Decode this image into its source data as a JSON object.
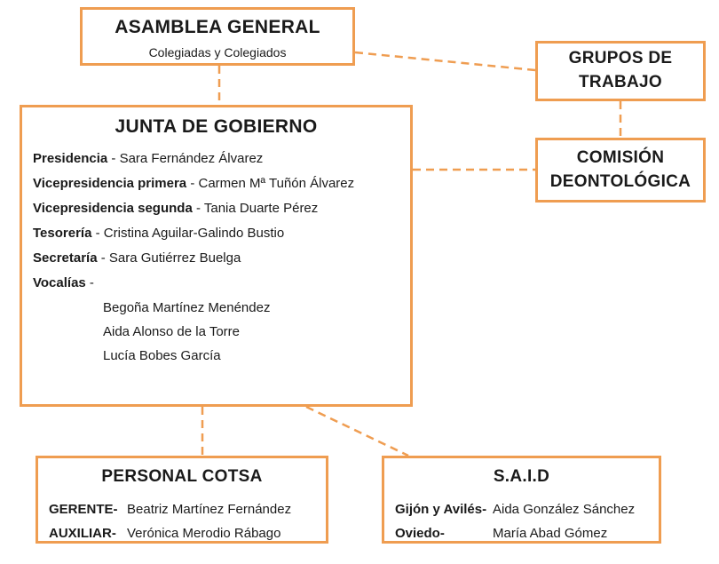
{
  "colors": {
    "accent": "#EF9D51"
  },
  "misc": {
    "separator": " - "
  },
  "asamblea": {
    "title": "ASAMBLEA GENERAL",
    "subtitle": "Colegiadas y Colegiados"
  },
  "grupos": {
    "title": "GRUPOS DE TRABAJO"
  },
  "comision": {
    "title": "COMISIÓN DEONTOLÓGICA"
  },
  "junta": {
    "title": "JUNTA DE GOBIERNO",
    "members": [
      {
        "role": "Presidencia",
        "name": "Sara Fernández Álvarez"
      },
      {
        "role": "Vicepresidencia primera",
        "name": "Carmen Mª Tuñón Álvarez"
      },
      {
        "role": "Vicepresidencia segunda",
        "name": "Tania Duarte Pérez"
      },
      {
        "role": "Tesorería",
        "name": "Cristina Aguilar-Galindo Bustio"
      },
      {
        "role": "Secretaría",
        "name": "Sara Gutiérrez Buelga"
      },
      {
        "role": "Vocalías",
        "name": ""
      }
    ],
    "vocalias": [
      "Begoña Martínez Menéndez",
      "Aida Alonso de la Torre",
      "Lucía Bobes García"
    ]
  },
  "personal": {
    "title": "PERSONAL COTSA",
    "rows": [
      {
        "role": "GERENTE-",
        "name": "Beatriz Martínez Fernández"
      },
      {
        "role": "AUXILIAR-",
        "name": "Verónica Merodio Rábago"
      }
    ]
  },
  "said": {
    "title": "S.A.I.D",
    "rows": [
      {
        "role": "Gijón y Avilés-",
        "name": "Aida González Sánchez"
      },
      {
        "role": "Oviedo-",
        "name": "María Abad Gómez"
      }
    ]
  }
}
